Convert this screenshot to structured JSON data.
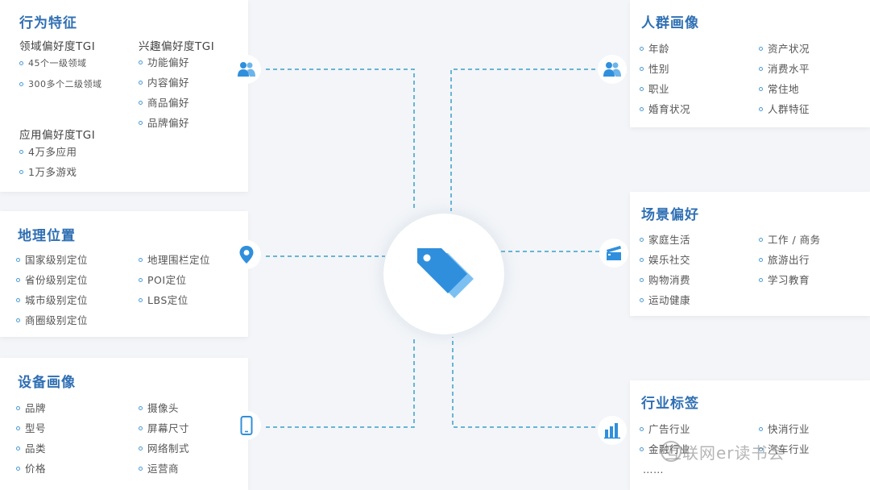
{
  "behavior": {
    "title": "行为特征",
    "domain_pref": {
      "title": "领域偏好度TGI",
      "items": [
        "45个一级领域",
        "300多个二级领域"
      ]
    },
    "interest_pref": {
      "title": "兴趣偏好度TGI",
      "items": [
        "功能偏好",
        "内容偏好",
        "商品偏好",
        "品牌偏好"
      ]
    },
    "app_pref": {
      "title": "应用偏好度TGI",
      "items": [
        "4万多应用",
        "1万多游戏"
      ]
    }
  },
  "location": {
    "title": "地理位置",
    "col1": [
      "国家级别定位",
      "省份级别定位",
      "城市级别定位",
      "商圈级别定位"
    ],
    "col2": [
      "地理围栏定位",
      "POI定位",
      "LBS定位"
    ]
  },
  "device": {
    "title": "设备画像",
    "col1": [
      "品牌",
      "型号",
      "品类",
      "价格"
    ],
    "col2": [
      "摄像头",
      "屏幕尺寸",
      "网络制式",
      "运营商"
    ]
  },
  "demographics": {
    "title": "人群画像",
    "col1": [
      "年龄",
      "性别",
      "职业",
      "婚育状况"
    ],
    "col2": [
      "资产状况",
      "消费水平",
      "常住地",
      "人群特征"
    ]
  },
  "scene": {
    "title": "场景偏好",
    "col1": [
      "家庭生活",
      "娱乐社交",
      "购物消费",
      "运动健康"
    ],
    "col2": [
      "工作 / 商务",
      "旅游出行",
      "学习教育"
    ]
  },
  "industry": {
    "title": "行业标签",
    "col1": [
      "广告行业",
      "金融行业",
      "……"
    ],
    "col2": [
      "快消行业",
      "汽车行业"
    ]
  },
  "watermark": "互联网er读书会",
  "icons": {
    "behavior": "users-icon",
    "location": "map-pin-icon",
    "device": "smartphone-icon",
    "demographics": "users-icon",
    "scene": "clapperboard-icon",
    "industry": "bar-chart-icon",
    "center": "tag-icon"
  },
  "colors": {
    "accent": "#2f6fb3",
    "icon": "#2f8fdc",
    "connector": "#3aa0c8"
  }
}
